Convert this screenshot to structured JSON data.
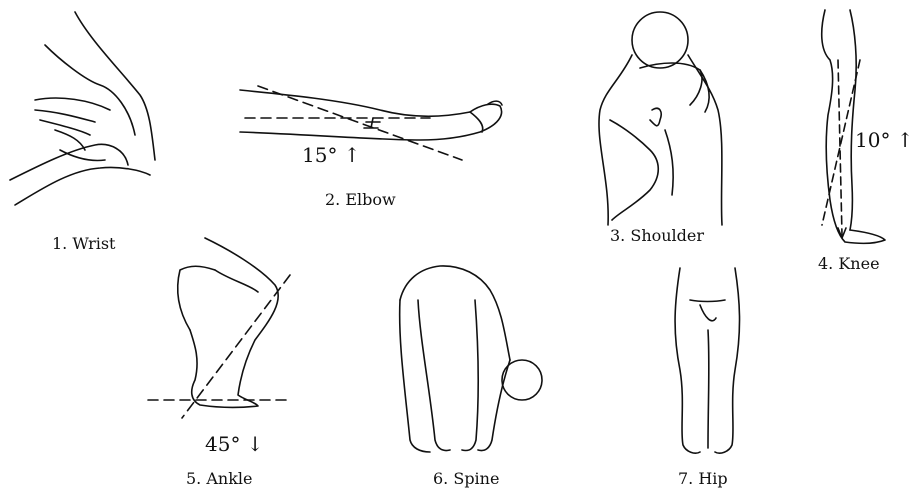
{
  "figures": [
    {
      "id": "wrist",
      "label": "1. Wrist"
    },
    {
      "id": "elbow",
      "label": "2. Elbow",
      "angle": "15° ↑"
    },
    {
      "id": "shoulder",
      "label": "3. Shoulder"
    },
    {
      "id": "knee",
      "label": "4. Knee",
      "angle": "10° ↑"
    },
    {
      "id": "ankle",
      "label": "5. Ankle",
      "angle": "45° ↓"
    },
    {
      "id": "spine",
      "label": "6. Spine"
    },
    {
      "id": "hip",
      "label": "7. Hip"
    }
  ]
}
